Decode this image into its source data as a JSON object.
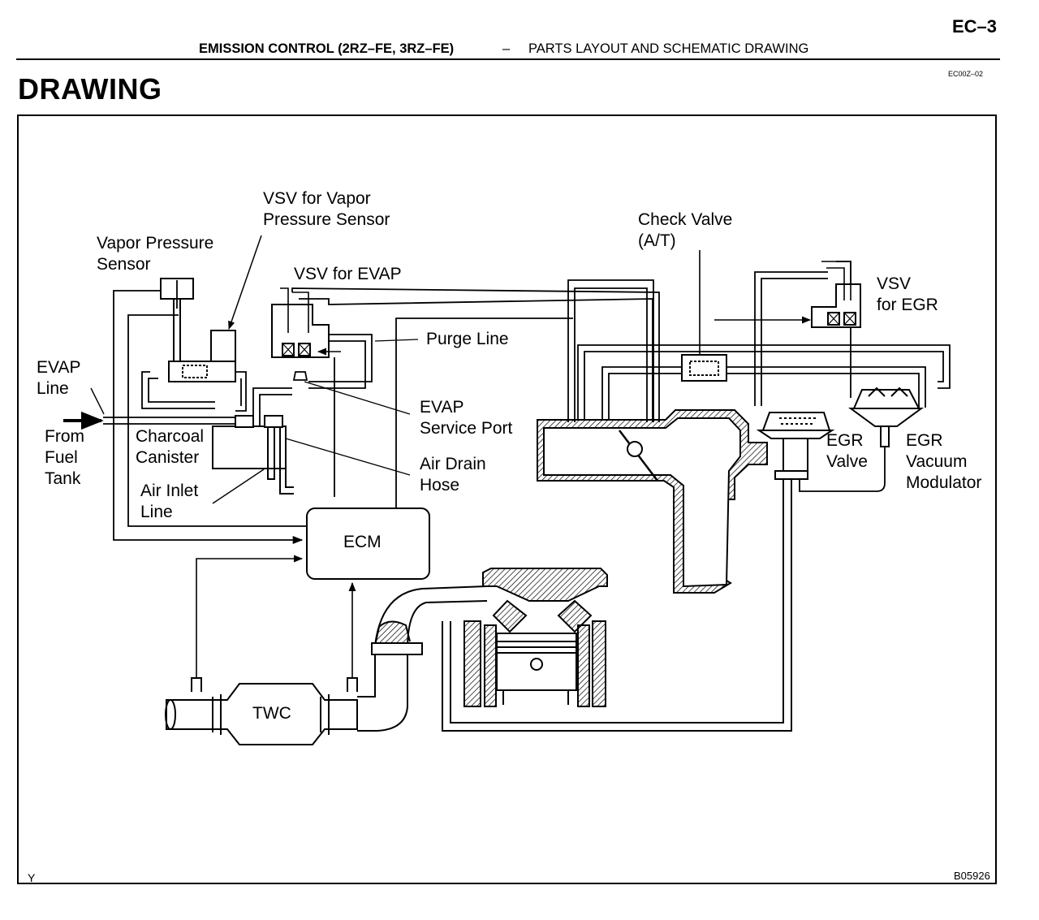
{
  "header": {
    "page_number": "EC–3",
    "section": "EMISSION CONTROL (2RZ–FE, 3RZ–FE)",
    "separator": "–",
    "subsection": "PARTS LAYOUT AND SCHEMATIC DRAWING",
    "doc_code": "EC00Z–02"
  },
  "title": "DRAWING",
  "figure": {
    "corner_mark": "Y",
    "figure_number": "B05926"
  },
  "labels": {
    "vsv_vapor_1": "VSV for Vapor",
    "vsv_vapor_2": "Pressure Sensor",
    "vapor_sensor_1": "Vapor Pressure",
    "vapor_sensor_2": "Sensor",
    "vsv_evap": "VSV for EVAP",
    "purge_line": "Purge Line",
    "evap_line_1": "EVAP",
    "evap_line_2": "Line",
    "from_fuel_1": "From",
    "from_fuel_2": "Fuel",
    "from_fuel_3": "Tank",
    "charcoal_1": "Charcoal",
    "charcoal_2": "Canister",
    "air_inlet_1": "Air Inlet",
    "air_inlet_2": "Line",
    "evap_port_1": "EVAP",
    "evap_port_2": "Service Port",
    "air_drain_1": "Air Drain",
    "air_drain_2": "Hose",
    "ecm": "ECM",
    "twc": "TWC",
    "check_valve_1": "Check Valve",
    "check_valve_2": "(A/T)",
    "vsv_egr_1": "VSV",
    "vsv_egr_2": "for EGR",
    "egr_valve_1": "EGR",
    "egr_valve_2": "Valve",
    "egr_mod_1": "EGR",
    "egr_mod_2": "Vacuum",
    "egr_mod_3": "Modulator"
  }
}
